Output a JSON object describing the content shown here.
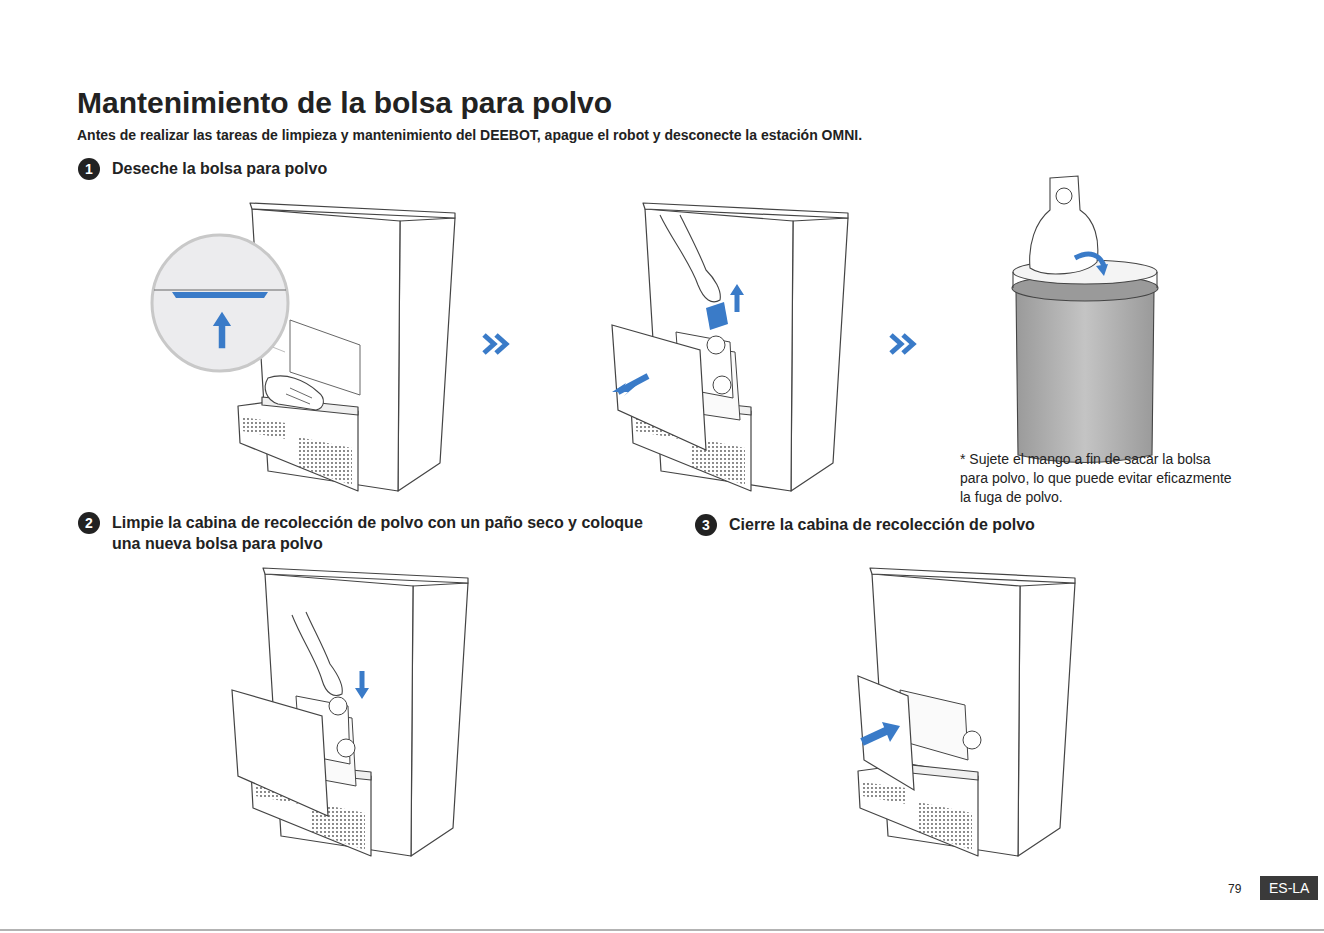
{
  "diagram": {
    "title": "Mantenimiento de la bolsa para polvo",
    "nodes": [
      {
        "text": [
          "1",
          "Deseche la bolsa para polvo"
        ]
      },
      {
        "text": [
          "2",
          "Limpie la cabina de recolección de polvo con un paño seco y coloque una nueva bolsa para polvo"
        ]
      },
      {
        "text": [
          "3",
          "Cierre la cabina de recolección de polvo"
        ]
      },
      {
        "text": [
          "ES-LA"
        ]
      }
    ],
    "labels": [
      "Antes de realizar las tareas de limpieza y mantenimiento del DEEBOT, apague el robot y desconecte la estación OMNI.",
      "* Sujete el mango a fin de sacar la bolsa para polvo, lo que puede evitar eficazmente la fuga de polvo.",
      "79"
    ]
  }
}
